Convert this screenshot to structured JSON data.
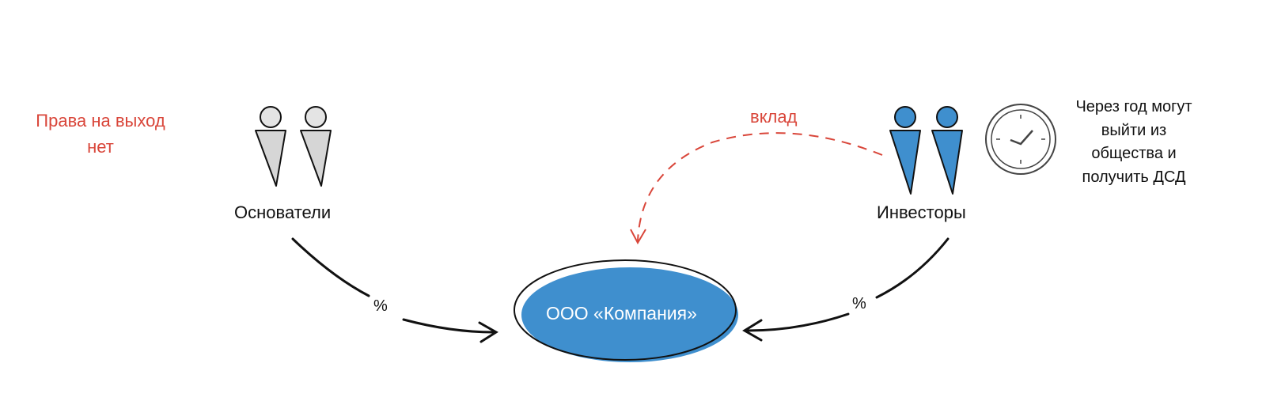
{
  "founders": {
    "label": "Основатели",
    "exit_note": [
      "Права на выход",
      "нет"
    ]
  },
  "investors": {
    "label": "Инвесторы",
    "note": [
      "Через год могут",
      "выйти из",
      "общества и",
      "получить ДСД"
    ]
  },
  "company": {
    "label": "ООО «Компания»"
  },
  "contribution_label": "вклад",
  "left_share_label": "%",
  "right_share_label": "%",
  "colors": {
    "accent_blue": "#3f8fce",
    "accent_red": "#d9463a",
    "founder_gray": "#d6d6d6"
  }
}
